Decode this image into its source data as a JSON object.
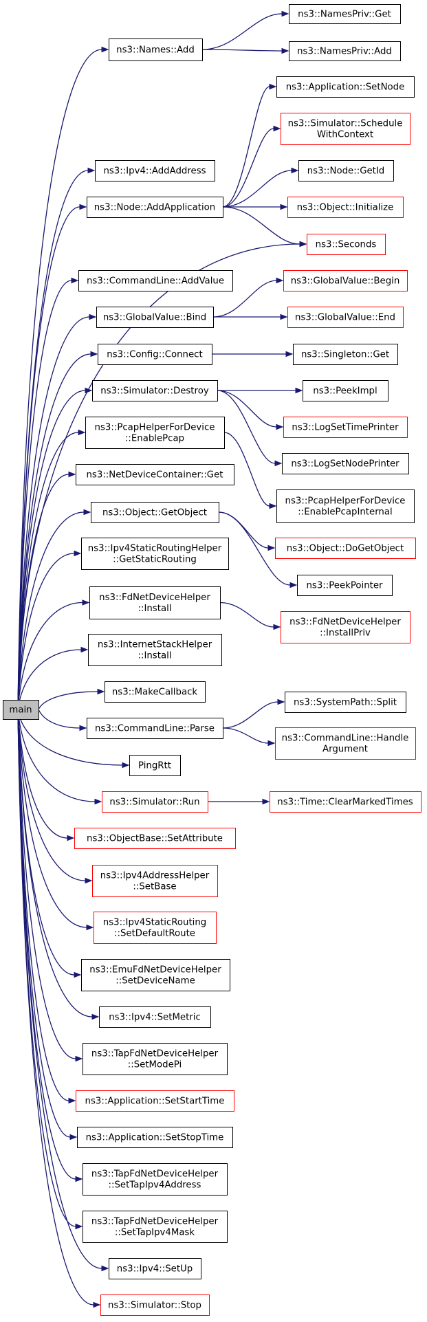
{
  "graph": {
    "colors": {
      "edge": "#191970",
      "node_border": "#000000",
      "truncated_node_border": "#ff0000",
      "root_fill": "#bfbfbf"
    },
    "nodes": [
      {
        "id": "main",
        "lines": [
          "main"
        ],
        "style": "root"
      },
      {
        "id": "names_add",
        "lines": [
          "ns3::Names::Add"
        ],
        "style": "normal"
      },
      {
        "id": "namespriv_get",
        "lines": [
          "ns3::NamesPriv::Get"
        ],
        "style": "normal"
      },
      {
        "id": "namespriv_add",
        "lines": [
          "ns3::NamesPriv::Add"
        ],
        "style": "normal"
      },
      {
        "id": "app_setnode",
        "lines": [
          "ns3::Application::SetNode"
        ],
        "style": "normal"
      },
      {
        "id": "sim_schedulewithcontext",
        "lines": [
          "ns3::Simulator::Schedule",
          "WithContext"
        ],
        "style": "truncated"
      },
      {
        "id": "ipv4_addaddress",
        "lines": [
          "ns3::Ipv4::AddAddress"
        ],
        "style": "normal"
      },
      {
        "id": "node_getid",
        "lines": [
          "ns3::Node::GetId"
        ],
        "style": "normal"
      },
      {
        "id": "node_addapplication",
        "lines": [
          "ns3::Node::AddApplication"
        ],
        "style": "normal"
      },
      {
        "id": "object_initialize",
        "lines": [
          "ns3::Object::Initialize"
        ],
        "style": "truncated"
      },
      {
        "id": "seconds",
        "lines": [
          "ns3::Seconds"
        ],
        "style": "truncated"
      },
      {
        "id": "cmd_addvalue",
        "lines": [
          "ns3::CommandLine::AddValue"
        ],
        "style": "normal"
      },
      {
        "id": "gv_begin",
        "lines": [
          "ns3::GlobalValue::Begin"
        ],
        "style": "truncated"
      },
      {
        "id": "gv_bind",
        "lines": [
          "ns3::GlobalValue::Bind"
        ],
        "style": "normal"
      },
      {
        "id": "gv_end",
        "lines": [
          "ns3::GlobalValue::End"
        ],
        "style": "truncated"
      },
      {
        "id": "config_connect",
        "lines": [
          "ns3::Config::Connect"
        ],
        "style": "normal"
      },
      {
        "id": "singleton_get",
        "lines": [
          "ns3::Singleton::Get"
        ],
        "style": "normal"
      },
      {
        "id": "sim_destroy",
        "lines": [
          "ns3::Simulator::Destroy"
        ],
        "style": "normal"
      },
      {
        "id": "peekimpl",
        "lines": [
          "ns3::PeekImpl"
        ],
        "style": "normal"
      },
      {
        "id": "logsettimeprinter",
        "lines": [
          "ns3::LogSetTimePrinter"
        ],
        "style": "truncated"
      },
      {
        "id": "pcap_enablepcap",
        "lines": [
          "ns3::PcapHelperForDevice",
          "::EnablePcap"
        ],
        "style": "normal"
      },
      {
        "id": "logsetnodeprinter",
        "lines": [
          "ns3::LogSetNodePrinter"
        ],
        "style": "normal"
      },
      {
        "id": "ndc_get",
        "lines": [
          "ns3::NetDeviceContainer::Get"
        ],
        "style": "normal"
      },
      {
        "id": "pcap_enablepcapinternal",
        "lines": [
          "ns3::PcapHelperForDevice",
          "::EnablePcapInternal"
        ],
        "style": "normal"
      },
      {
        "id": "object_getobject",
        "lines": [
          "ns3::Object::GetObject"
        ],
        "style": "normal"
      },
      {
        "id": "object_dogetobject",
        "lines": [
          "ns3::Object::DoGetObject"
        ],
        "style": "truncated"
      },
      {
        "id": "ipv4srh_getstaticrouting",
        "lines": [
          "ns3::Ipv4StaticRoutingHelper",
          "::GetStaticRouting"
        ],
        "style": "normal"
      },
      {
        "id": "peekpointer",
        "lines": [
          "ns3::PeekPointer"
        ],
        "style": "normal"
      },
      {
        "id": "fdndh_install",
        "lines": [
          "ns3::FdNetDeviceHelper",
          "::Install"
        ],
        "style": "normal"
      },
      {
        "id": "fdndh_installpriv",
        "lines": [
          "ns3::FdNetDeviceHelper",
          "::InstallPriv"
        ],
        "style": "truncated"
      },
      {
        "id": "ish_install",
        "lines": [
          "ns3::InternetStackHelper",
          "::Install"
        ],
        "style": "normal"
      },
      {
        "id": "makecallback",
        "lines": [
          "ns3::MakeCallback"
        ],
        "style": "normal"
      },
      {
        "id": "syspath_split",
        "lines": [
          "ns3::SystemPath::Split"
        ],
        "style": "normal"
      },
      {
        "id": "cmd_parse",
        "lines": [
          "ns3::CommandLine::Parse"
        ],
        "style": "normal"
      },
      {
        "id": "cmd_handleargument",
        "lines": [
          "ns3::CommandLine::Handle",
          "Argument"
        ],
        "style": "truncated"
      },
      {
        "id": "pingrtt",
        "lines": [
          "PingRtt"
        ],
        "style": "normal"
      },
      {
        "id": "sim_run",
        "lines": [
          "ns3::Simulator::Run"
        ],
        "style": "truncated"
      },
      {
        "id": "time_clearmarkedtimes",
        "lines": [
          "ns3::Time::ClearMarkedTimes"
        ],
        "style": "truncated"
      },
      {
        "id": "objbase_setattribute",
        "lines": [
          "ns3::ObjectBase::SetAttribute"
        ],
        "style": "truncated"
      },
      {
        "id": "ipv4ah_setbase",
        "lines": [
          "ns3::Ipv4AddressHelper",
          "::SetBase"
        ],
        "style": "truncated"
      },
      {
        "id": "ipv4sr_setdefaultroute",
        "lines": [
          "ns3::Ipv4StaticRouting",
          "::SetDefaultRoute"
        ],
        "style": "truncated"
      },
      {
        "id": "emufdndh_setdevicename",
        "lines": [
          "ns3::EmuFdNetDeviceHelper",
          "::SetDeviceName"
        ],
        "style": "normal"
      },
      {
        "id": "ipv4_setmetric",
        "lines": [
          "ns3::Ipv4::SetMetric"
        ],
        "style": "normal"
      },
      {
        "id": "tapfdndh_setmodepi",
        "lines": [
          "ns3::TapFdNetDeviceHelper",
          "::SetModePi"
        ],
        "style": "normal"
      },
      {
        "id": "app_setstarttime",
        "lines": [
          "ns3::Application::SetStartTime"
        ],
        "style": "truncated"
      },
      {
        "id": "app_setstoptime",
        "lines": [
          "ns3::Application::SetStopTime"
        ],
        "style": "normal"
      },
      {
        "id": "tapfdndh_settapipv4address",
        "lines": [
          "ns3::TapFdNetDeviceHelper",
          "::SetTapIpv4Address"
        ],
        "style": "normal"
      },
      {
        "id": "tapfdndh_settapipv4mask",
        "lines": [
          "ns3::TapFdNetDeviceHelper",
          "::SetTapIpv4Mask"
        ],
        "style": "normal"
      },
      {
        "id": "ipv4_setup",
        "lines": [
          "ns3::Ipv4::SetUp"
        ],
        "style": "normal"
      },
      {
        "id": "sim_stop",
        "lines": [
          "ns3::Simulator::Stop"
        ],
        "style": "truncated"
      }
    ],
    "edges": [
      [
        "main",
        "names_add"
      ],
      [
        "main",
        "ipv4_addaddress"
      ],
      [
        "main",
        "node_addapplication"
      ],
      [
        "main",
        "seconds"
      ],
      [
        "main",
        "cmd_addvalue"
      ],
      [
        "main",
        "gv_bind"
      ],
      [
        "main",
        "config_connect"
      ],
      [
        "main",
        "sim_destroy"
      ],
      [
        "main",
        "pcap_enablepcap"
      ],
      [
        "main",
        "ndc_get"
      ],
      [
        "main",
        "object_getobject"
      ],
      [
        "main",
        "ipv4srh_getstaticrouting"
      ],
      [
        "main",
        "fdndh_install"
      ],
      [
        "main",
        "ish_install"
      ],
      [
        "main",
        "makecallback"
      ],
      [
        "main",
        "cmd_parse"
      ],
      [
        "main",
        "pingrtt"
      ],
      [
        "main",
        "sim_run"
      ],
      [
        "main",
        "objbase_setattribute"
      ],
      [
        "main",
        "ipv4ah_setbase"
      ],
      [
        "main",
        "ipv4sr_setdefaultroute"
      ],
      [
        "main",
        "emufdndh_setdevicename"
      ],
      [
        "main",
        "ipv4_setmetric"
      ],
      [
        "main",
        "tapfdndh_setmodepi"
      ],
      [
        "main",
        "app_setstarttime"
      ],
      [
        "main",
        "app_setstoptime"
      ],
      [
        "main",
        "tapfdndh_settapipv4address"
      ],
      [
        "main",
        "tapfdndh_settapipv4mask"
      ],
      [
        "main",
        "ipv4_setup"
      ],
      [
        "main",
        "sim_stop"
      ],
      [
        "names_add",
        "namespriv_get"
      ],
      [
        "names_add",
        "namespriv_add"
      ],
      [
        "node_addapplication",
        "app_setnode"
      ],
      [
        "node_addapplication",
        "sim_schedulewithcontext"
      ],
      [
        "node_addapplication",
        "node_getid"
      ],
      [
        "node_addapplication",
        "object_initialize"
      ],
      [
        "node_addapplication",
        "seconds"
      ],
      [
        "gv_bind",
        "gv_begin"
      ],
      [
        "gv_bind",
        "gv_end"
      ],
      [
        "config_connect",
        "singleton_get"
      ],
      [
        "sim_destroy",
        "peekimpl"
      ],
      [
        "sim_destroy",
        "logsettimeprinter"
      ],
      [
        "sim_destroy",
        "logsetnodeprinter"
      ],
      [
        "pcap_enablepcap",
        "pcap_enablepcapinternal"
      ],
      [
        "object_getobject",
        "object_dogetobject"
      ],
      [
        "object_getobject",
        "peekpointer"
      ],
      [
        "fdndh_install",
        "fdndh_installpriv"
      ],
      [
        "cmd_parse",
        "syspath_split"
      ],
      [
        "cmd_parse",
        "cmd_handleargument"
      ],
      [
        "sim_run",
        "time_clearmarkedtimes"
      ]
    ]
  }
}
